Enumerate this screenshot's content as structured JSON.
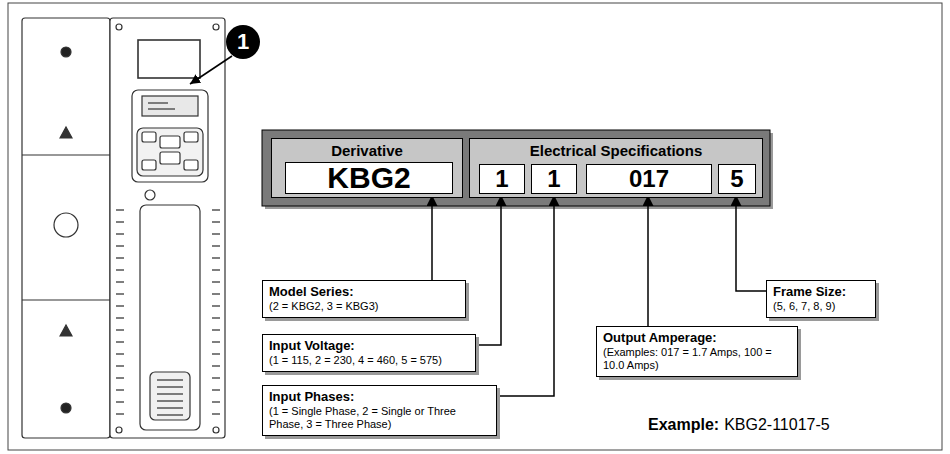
{
  "diagram": {
    "nodes": [
      {
        "text": [
          "Derivative"
        ]
      },
      {
        "text": [
          "KBG2"
        ],
        "in": 0
      },
      {
        "text": [
          "Electrical Specifications"
        ]
      },
      {
        "text": [
          "1"
        ],
        "in": 2
      },
      {
        "text": [
          "1"
        ],
        "in": 2
      },
      {
        "text": [
          "017"
        ],
        "in": 2
      },
      {
        "text": [
          "5"
        ],
        "in": 2
      },
      {
        "text": [
          "Model Series:",
          "(2 = KBG2, 3 = KBG3)"
        ]
      },
      {
        "text": [
          "Input Voltage:",
          "(1 = 115, 2 = 230, 4 = 460, 5 = 575)"
        ]
      },
      {
        "text": [
          "Input Phases:",
          "(1 = Single Phase, 2 = Single or Three Phase, 3 = Three Phase)"
        ]
      },
      {
        "text": [
          "Frame Size:",
          "(5, 6, 7, 8, 9)"
        ]
      },
      {
        "text": [
          "Output Amperage:",
          "(Examples: 017 = 1.7 Amps, 100 = 10.0 Amps)"
        ]
      }
    ],
    "edges": [
      {
        "from": 7,
        "to": 1,
        "arrow": "to"
      },
      {
        "from": 8,
        "to": 3,
        "arrow": "to"
      },
      {
        "from": 9,
        "to": 4,
        "arrow": "to"
      },
      {
        "from": 11,
        "to": 5,
        "arrow": "to"
      },
      {
        "from": 10,
        "to": 6,
        "arrow": "to"
      }
    ],
    "labels": [
      "1",
      "Example:",
      "KBG2-11017-5"
    ]
  }
}
